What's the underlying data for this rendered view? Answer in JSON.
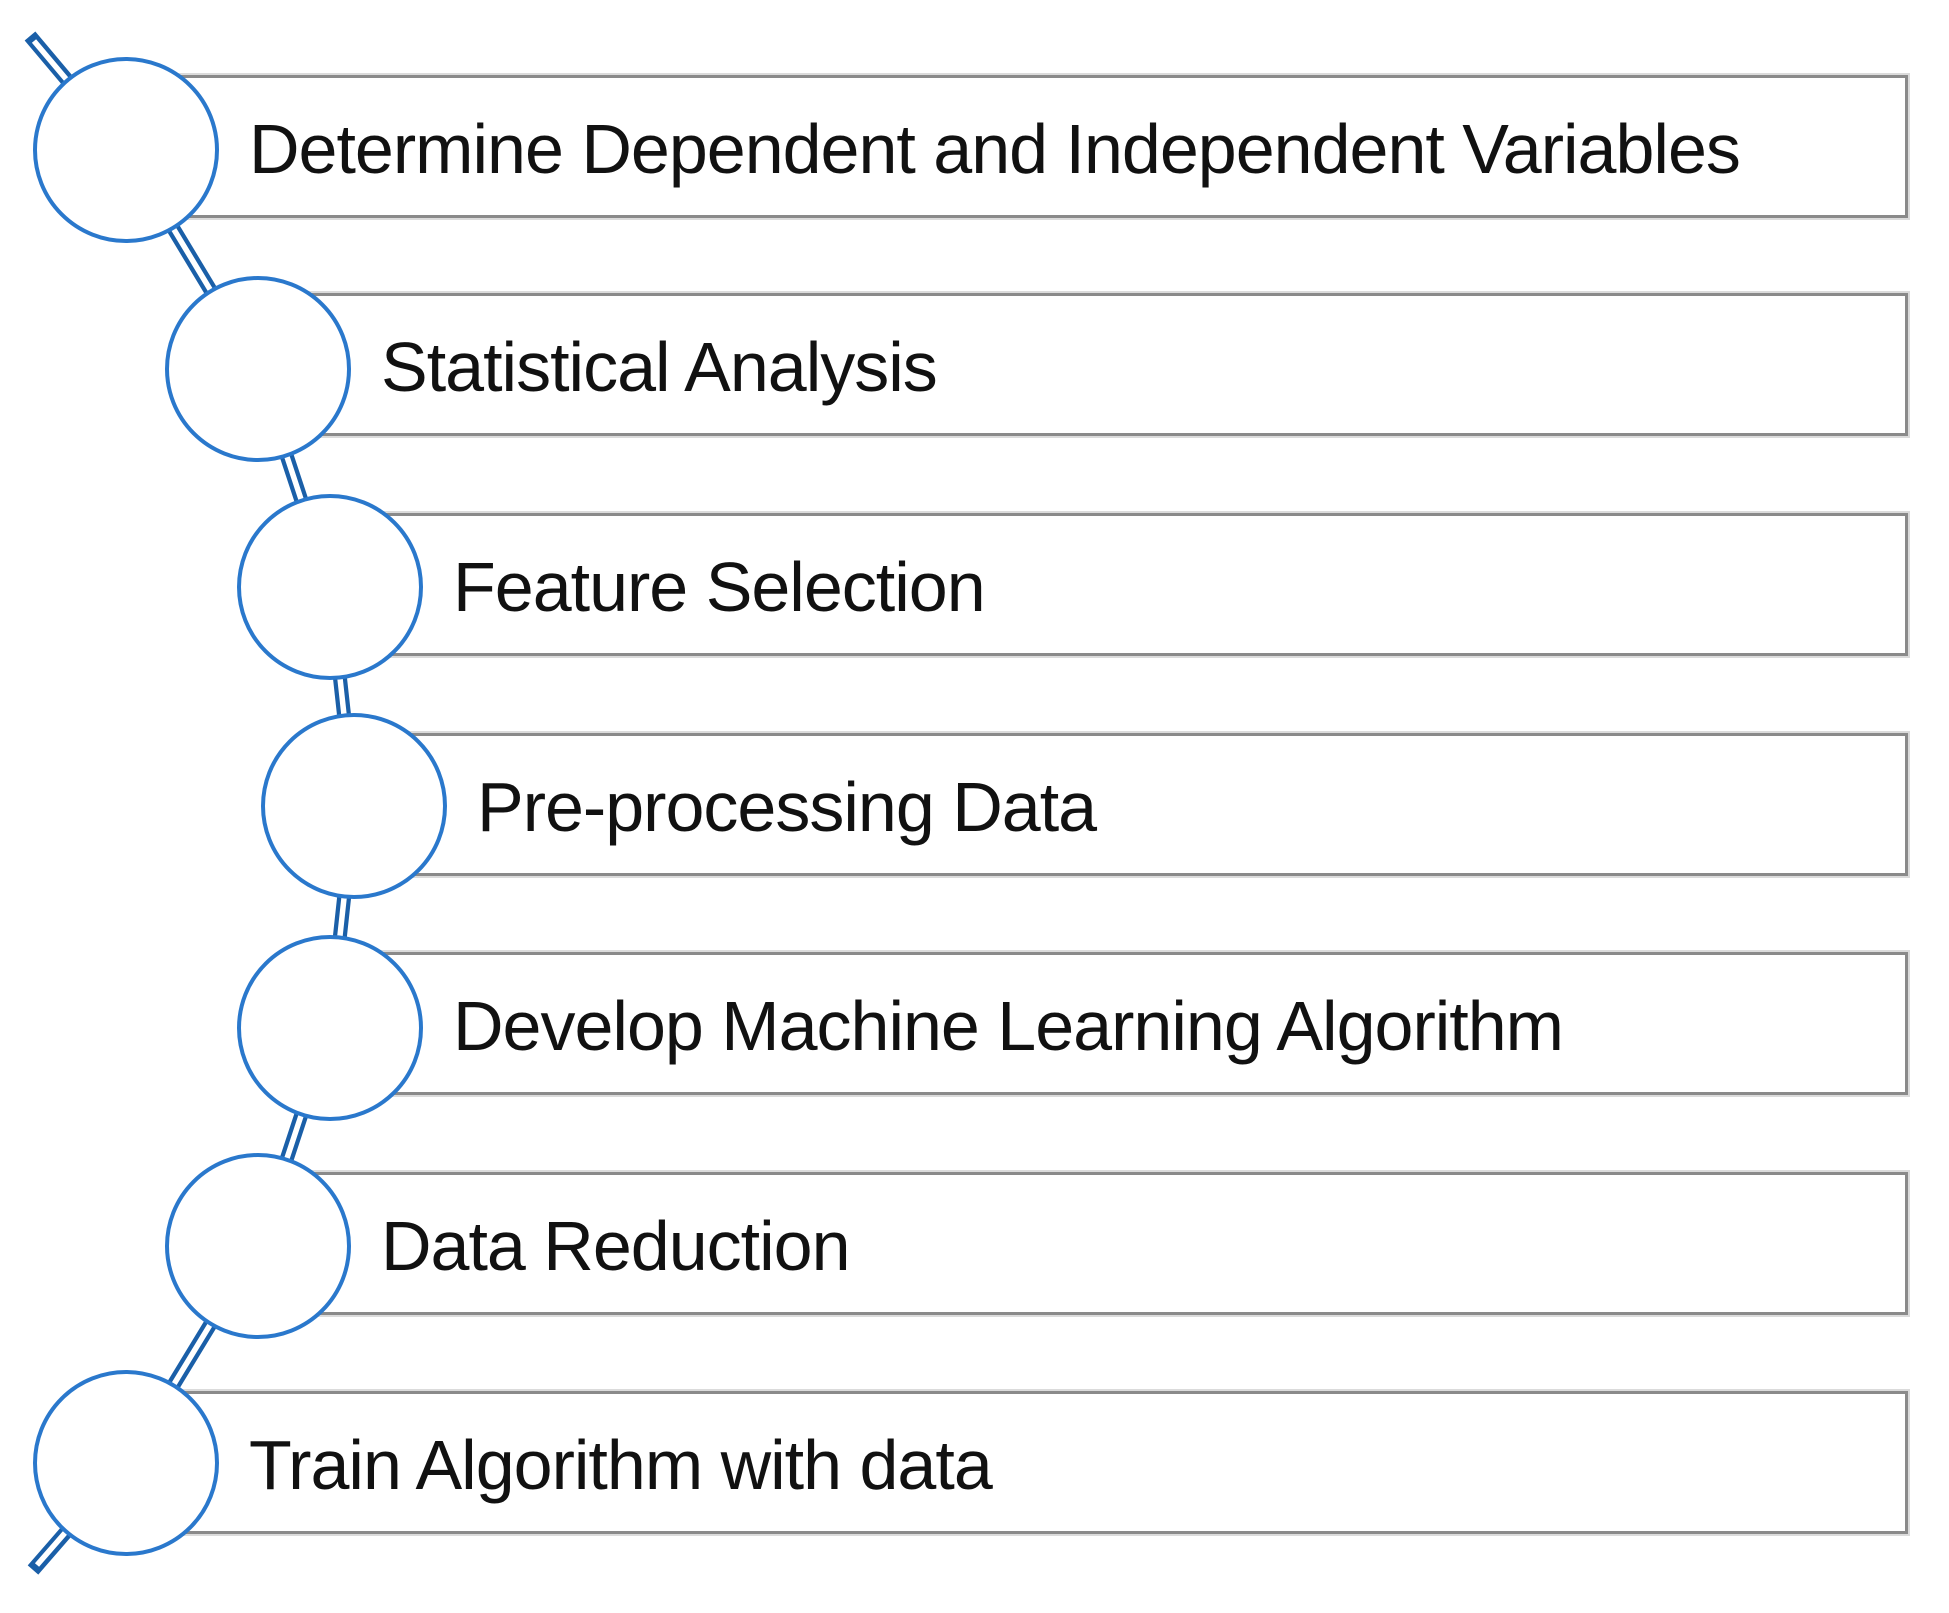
{
  "diagram": {
    "type": "vertical-process-chain",
    "steps": [
      {
        "label": "Determine Dependent and Independent Variables"
      },
      {
        "label": "Statistical Analysis"
      },
      {
        "label": "Feature Selection"
      },
      {
        "label": "Pre-processing Data"
      },
      {
        "label": "Develop Machine Learning Algorithm"
      },
      {
        "label": "Data Reduction"
      },
      {
        "label": "Train Algorithm with data"
      }
    ],
    "colors": {
      "circle_stroke": "#2A78CC",
      "connector": "#1A5FA8",
      "box_border": "#8A8A8A",
      "text": "#111111",
      "background": "#FFFFFF"
    }
  }
}
